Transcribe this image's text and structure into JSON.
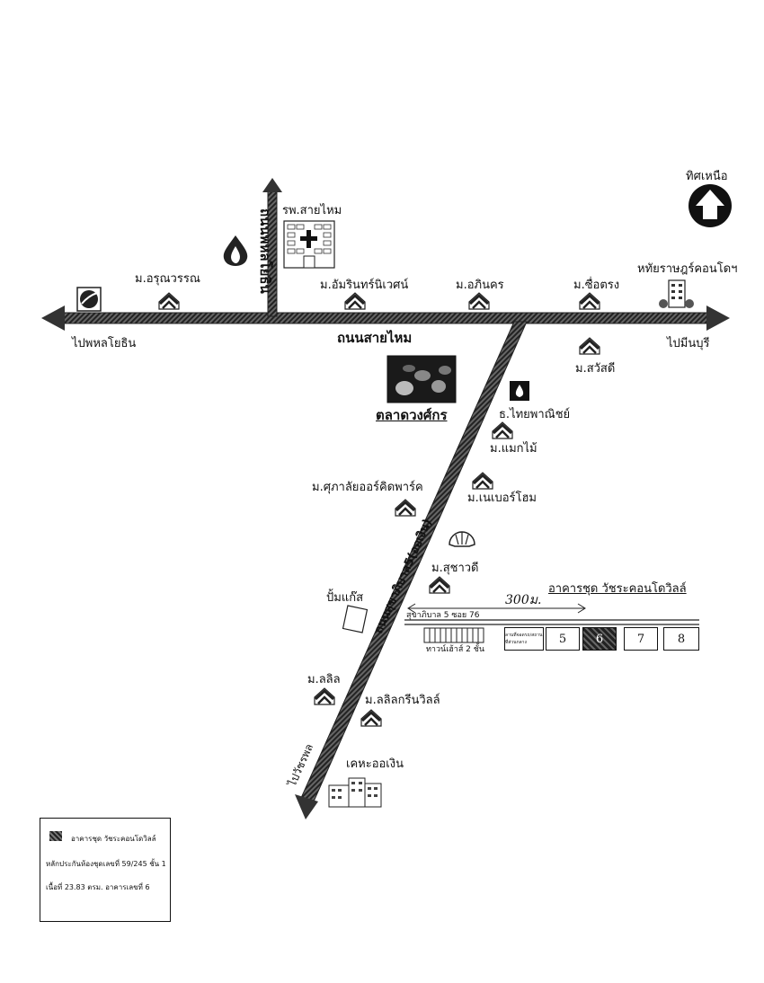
{
  "north": {
    "label": "ทิศเหนือ",
    "icon": "north-arrow-icon"
  },
  "roads": {
    "main": "ถนนสายไหม",
    "vertical": "ถนนพหลโยธิน",
    "diagonal": "ถนนสุขาภิบาล5(ออเงิน)",
    "soi": "สุขาภิบาล 5 ซอย 76"
  },
  "directions": {
    "west": "ไปพหลโยธิน",
    "east": "ไปมีนบุรี",
    "southwest": "ไปวัชรพล"
  },
  "landmarks": {
    "hospital": "รพ.สายไหม",
    "aroonwan": "ม.อรุณวรรณ",
    "amarin": "ม.อัมรินทร์นิเวศน์",
    "aphinakorn": "ม.อภินคร",
    "suetrong": "ม.ซื่อตรง",
    "condo_north": "หทัยราษฎร์คอนโดฯ",
    "sawasdee": "ม.สวัสดี",
    "market": "ตลาดวงศ์กร",
    "bank": "ธ.ไทยพาณิชย์",
    "maekmai": "ม.แมกไม้",
    "supalai": "ม.ศุภาลัยออร์คิดพาร์ค",
    "neighbor": "ม.เนเบอร์โฮม",
    "suchawadee": "ม.สุชาวดี",
    "gas": "ปั้มแก๊ส",
    "target_title": "อาคารชุด วัชระคอนโดวิลล์",
    "distance": "300ม.",
    "townhouse": "ทาวน์เฮ้าส์ 2 ชั้น",
    "lalin": "ม.ลลิล",
    "lalin_green": "ม.ลลิลกรีนวิลล์",
    "kheha": "เคหะออเงิน"
  },
  "units": {
    "car_park": "ลานที่จอดรถ/สถานที่ส่วนกลาง",
    "u5": "5",
    "u6": "6",
    "u7": "7",
    "u8": "8"
  },
  "legend": {
    "building": "อาคารชุด วัชระคอนโดวิลล์",
    "deed": "หลักประกันห้องชุดเลขที่ 59/245 ชั้น 1",
    "area": "เนื้อที่ 23.83 ตรม. อาคารเลขที่ 6"
  }
}
